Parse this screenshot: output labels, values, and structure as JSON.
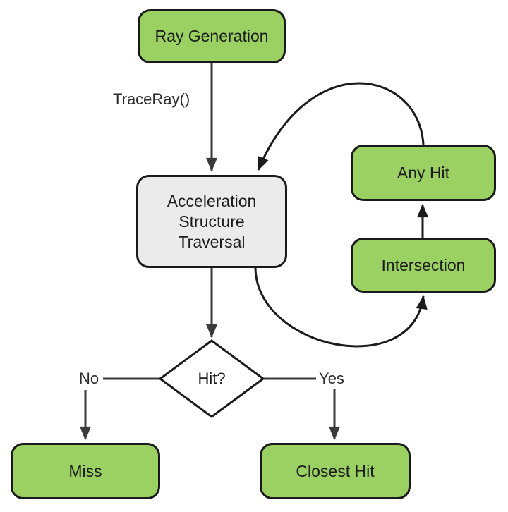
{
  "diagram": {
    "kind": "flowchart",
    "nodes": {
      "ray_generation": {
        "label": "Ray Generation",
        "shape": "rounded-rect",
        "fill": "#9BD062"
      },
      "acceleration_structure_traversal": {
        "label": "Acceleration\nStructure\nTraversal",
        "shape": "rounded-rect",
        "fill": "#EBEBEB"
      },
      "any_hit": {
        "label": "Any Hit",
        "shape": "rounded-rect",
        "fill": "#9BD062"
      },
      "intersection": {
        "label": "Intersection",
        "shape": "rounded-rect",
        "fill": "#9BD062"
      },
      "hit_decision": {
        "label": "Hit?",
        "shape": "diamond",
        "fill": "#FFFFFF"
      },
      "miss": {
        "label": "Miss",
        "shape": "rounded-rect",
        "fill": "#9BD062"
      },
      "closest_hit": {
        "label": "Closest Hit",
        "shape": "rounded-rect",
        "fill": "#9BD062"
      }
    },
    "edge_labels": {
      "trace_ray": "TraceRay()",
      "no": "No",
      "yes": "Yes"
    },
    "edges": [
      {
        "from": "ray_generation",
        "to": "acceleration_structure_traversal",
        "label": "TraceRay()"
      },
      {
        "from": "acceleration_structure_traversal",
        "to": "intersection",
        "label": ""
      },
      {
        "from": "intersection",
        "to": "any_hit",
        "label": ""
      },
      {
        "from": "any_hit",
        "to": "acceleration_structure_traversal",
        "label": ""
      },
      {
        "from": "acceleration_structure_traversal",
        "to": "hit_decision",
        "label": ""
      },
      {
        "from": "hit_decision",
        "to": "miss",
        "label": "No"
      },
      {
        "from": "hit_decision",
        "to": "closest_hit",
        "label": "Yes"
      }
    ],
    "colors": {
      "node_green": "#9BD062",
      "node_gray": "#EBEBEB",
      "node_border": "#1A1A1A",
      "connector_dark": "#1B1B1B",
      "connector_gray": "#3A3A3A",
      "background": "#FFFFFF",
      "text": "#1C1C1C"
    }
  }
}
